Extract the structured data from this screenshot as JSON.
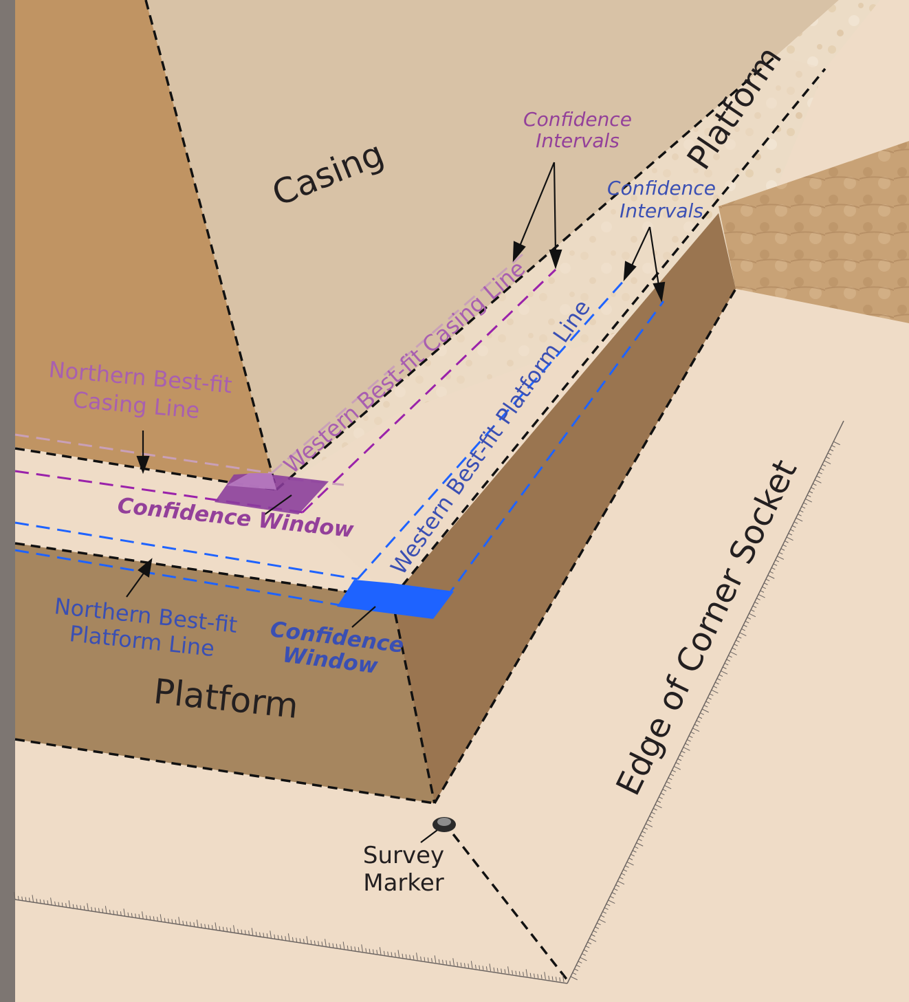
{
  "labels": {
    "casing": "Casing",
    "platform_top": "Platform",
    "platform_bottom": "Platform",
    "confidence_intervals_purple_1": "Confidence",
    "confidence_intervals_purple_2": "Intervals",
    "confidence_intervals_blue_1": "Confidence",
    "confidence_intervals_blue_2": "Intervals",
    "northern_casing_1": "Northern Best-fit",
    "northern_casing_2": "Casing Line",
    "western_casing": "Western Best-fit Casing Line",
    "confidence_window_purple": "Confidence Window",
    "western_platform": "Western Best-fit Platform Line",
    "northern_platform_1": "Northern Best-fit",
    "northern_platform_2": "Platform Line",
    "confidence_window_blue_1": "Confidence",
    "confidence_window_blue_2": "Window",
    "survey_marker_1": "Survey",
    "survey_marker_2": "Marker",
    "edge_of_socket": "Edge of Corner Socket"
  },
  "colors": {
    "casing_purple": "#93409a",
    "platform_blue": "#1e63ff",
    "casing_face": "#d9c2a6",
    "casing_face_left": "#c09463",
    "platform_face": "#a6865f",
    "platform_side": "#9a7550",
    "ground": "#efdcc7",
    "frame": "#7d7672"
  }
}
